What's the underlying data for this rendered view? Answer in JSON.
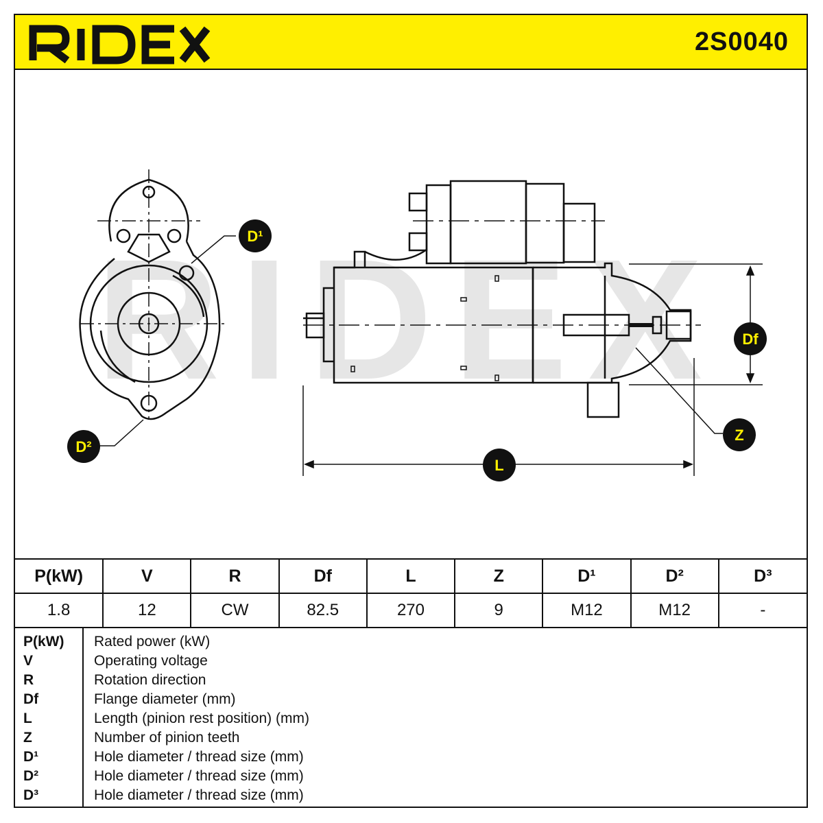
{
  "header": {
    "brand": "RIDEX",
    "part_number": "2S0040",
    "brand_color": "#ffef00"
  },
  "drawing": {
    "watermark": "RIDEX",
    "labels": {
      "d1": "D¹",
      "d2": "D²",
      "df": "Df",
      "z": "Z",
      "l": "L"
    }
  },
  "spec_table": {
    "headers": [
      "P(kW)",
      "V",
      "R",
      "Df",
      "L",
      "Z",
      "D¹",
      "D²",
      "D³"
    ],
    "values": [
      "1.8",
      "12",
      "CW",
      "82.5",
      "270",
      "9",
      "M12",
      "M12",
      "-"
    ]
  },
  "legend": [
    {
      "key": "P(kW)",
      "desc": "Rated power (kW)"
    },
    {
      "key": "V",
      "desc": "Operating voltage"
    },
    {
      "key": "R",
      "desc": "Rotation direction"
    },
    {
      "key": "Df",
      "desc": "Flange diameter (mm)"
    },
    {
      "key": "L",
      "desc": "Length (pinion rest position) (mm)"
    },
    {
      "key": "Z",
      "desc": "Number of pinion teeth"
    },
    {
      "key": "D¹",
      "desc": "Hole diameter / thread size (mm)"
    },
    {
      "key": "D²",
      "desc": "Hole diameter / thread size (mm)"
    },
    {
      "key": "D³",
      "desc": "Hole diameter / thread size (mm)"
    }
  ]
}
